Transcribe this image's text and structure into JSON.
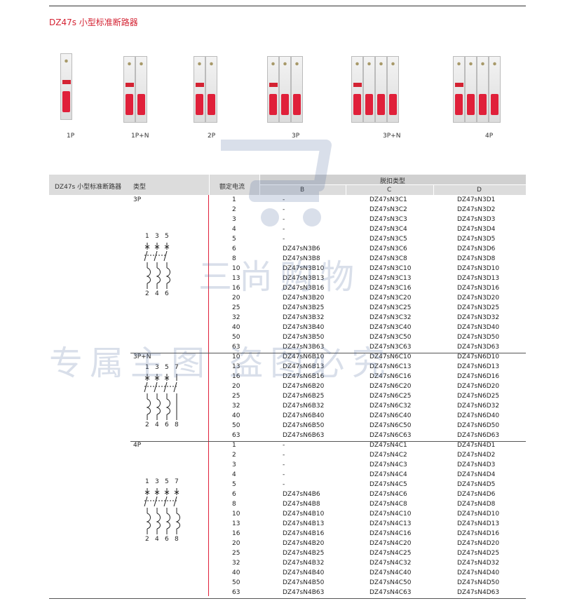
{
  "title": "DZ47s 小型标准断路器",
  "products": [
    {
      "label": "1P",
      "poles": 1
    },
    {
      "label": "1P+N",
      "poles": 2
    },
    {
      "label": "2P",
      "poles": 2
    },
    {
      "label": "3P",
      "poles": 3
    },
    {
      "label": "3P+N",
      "poles": 4
    },
    {
      "label": "4P",
      "poles": 4
    }
  ],
  "table": {
    "header_series": "DZ47s 小型标准断路器",
    "header_type": "类型",
    "header_current": "额定电流",
    "header_trip": "脱扣类型",
    "trip_types": [
      "B",
      "C",
      "D"
    ]
  },
  "groups": [
    {
      "type": "3P",
      "diagram_top": [
        "1",
        "3",
        "5"
      ],
      "diagram_bottom": [
        "2",
        "4",
        "6"
      ],
      "rows": [
        [
          "1",
          "-",
          "DZ47sN3C1",
          "DZ47sN3D1"
        ],
        [
          "2",
          "-",
          "DZ47sN3C2",
          "DZ47sN3D2"
        ],
        [
          "3",
          "-",
          "DZ47sN3C3",
          "DZ47sN3D3"
        ],
        [
          "4",
          "-",
          "DZ47sN3C4",
          "DZ47sN3D4"
        ],
        [
          "5",
          "-",
          "DZ47sN3C5",
          "DZ47sN3D5"
        ],
        [
          "6",
          "DZ47sN3B6",
          "DZ47sN3C6",
          "DZ47sN3D6"
        ],
        [
          "8",
          "DZ47sN3B8",
          "DZ47sN3C8",
          "DZ47sN3D8"
        ],
        [
          "10",
          "DZ47sN3B10",
          "DZ47sN3C10",
          "DZ47sN3D10"
        ],
        [
          "13",
          "DZ47sN3B13",
          "DZ47sN3C13",
          "DZ47sN3D13"
        ],
        [
          "16",
          "DZ47sN3B16",
          "DZ47sN3C16",
          "DZ47sN3D16"
        ],
        [
          "20",
          "DZ47sN3B20",
          "DZ47sN3C20",
          "DZ47sN3D20"
        ],
        [
          "25",
          "DZ47sN3B25",
          "DZ47sN3C25",
          "DZ47sN3D25"
        ],
        [
          "32",
          "DZ47sN3B32",
          "DZ47sN3C32",
          "DZ47sN3D32"
        ],
        [
          "40",
          "DZ47sN3B40",
          "DZ47sN3C40",
          "DZ47sN3D40"
        ],
        [
          "50",
          "DZ47sN3B50",
          "DZ47sN3C50",
          "DZ47sN3D50"
        ],
        [
          "63",
          "DZ47sN3B63",
          "DZ47sN3C63",
          "DZ47sN3D63"
        ]
      ]
    },
    {
      "type": "3P+N",
      "diagram_top": [
        "1",
        "3",
        "5",
        "7"
      ],
      "diagram_bottom": [
        "2",
        "4",
        "6",
        "8"
      ],
      "rows": [
        [
          "10",
          "DZ47sN6B10",
          "DZ47sN6C10",
          "DZ47sN6D10"
        ],
        [
          "13",
          "DZ47sN6B13",
          "DZ47sN6C13",
          "DZ47sN6D13"
        ],
        [
          "16",
          "DZ47sN6B16",
          "DZ47sN6C16",
          "DZ47sN6D16"
        ],
        [
          "20",
          "DZ47sN6B20",
          "DZ47sN6C20",
          "DZ47sN6D20"
        ],
        [
          "25",
          "DZ47sN6B25",
          "DZ47sN6C25",
          "DZ47sN6D25"
        ],
        [
          "32",
          "DZ47sN6B32",
          "DZ47sN6C32",
          "DZ47sN6D32"
        ],
        [
          "40",
          "DZ47sN6B40",
          "DZ47sN6C40",
          "DZ47sN6D40"
        ],
        [
          "50",
          "DZ47sN6B50",
          "DZ47sN6C50",
          "DZ47sN6D50"
        ],
        [
          "63",
          "DZ47sN6B63",
          "DZ47sN6C63",
          "DZ47sN6D63"
        ]
      ]
    },
    {
      "type": "4P",
      "diagram_top": [
        "1",
        "3",
        "5",
        "7"
      ],
      "diagram_bottom": [
        "2",
        "4",
        "6",
        "8"
      ],
      "rows": [
        [
          "1",
          "-",
          "DZ47sN4C1",
          "DZ47sN4D1"
        ],
        [
          "2",
          "-",
          "DZ47sN4C2",
          "DZ47sN4D2"
        ],
        [
          "3",
          "-",
          "DZ47sN4C3",
          "DZ47sN4D3"
        ],
        [
          "4",
          "-",
          "DZ47sN4C4",
          "DZ47sN4D4"
        ],
        [
          "5",
          "-",
          "DZ47sN4C5",
          "DZ47sN4D5"
        ],
        [
          "6",
          "DZ47sN4B6",
          "DZ47sN4C6",
          "DZ47sN4D6"
        ],
        [
          "8",
          "DZ47sN4B8",
          "DZ47sN4C8",
          "DZ47sN4D8"
        ],
        [
          "10",
          "DZ47sN4B10",
          "DZ47sN4C10",
          "DZ47sN4D10"
        ],
        [
          "13",
          "DZ47sN4B13",
          "DZ47sN4C13",
          "DZ47sN4D13"
        ],
        [
          "16",
          "DZ47sN4B16",
          "DZ47sN4C16",
          "DZ47sN4D16"
        ],
        [
          "20",
          "DZ47sN4B20",
          "DZ47sN4C20",
          "DZ47sN4D20"
        ],
        [
          "25",
          "DZ47sN4B25",
          "DZ47sN4C25",
          "DZ47sN4D25"
        ],
        [
          "32",
          "DZ47sN4B32",
          "DZ47sN4C32",
          "DZ47sN4D32"
        ],
        [
          "40",
          "DZ47sN4B40",
          "DZ47sN4C40",
          "DZ47sN4D40"
        ],
        [
          "50",
          "DZ47sN4B50",
          "DZ47sN4C50",
          "DZ47sN4D50"
        ],
        [
          "63",
          "DZ47sN4B63",
          "DZ47sN4C63",
          "DZ47sN4D63"
        ]
      ]
    }
  ],
  "watermark": {
    "line1": "三尚购物",
    "line2": "专属主图 盗图必究"
  },
  "colors": {
    "accent": "#d42333",
    "handle": "#e0203a",
    "header_band": "#dcdcdc"
  }
}
